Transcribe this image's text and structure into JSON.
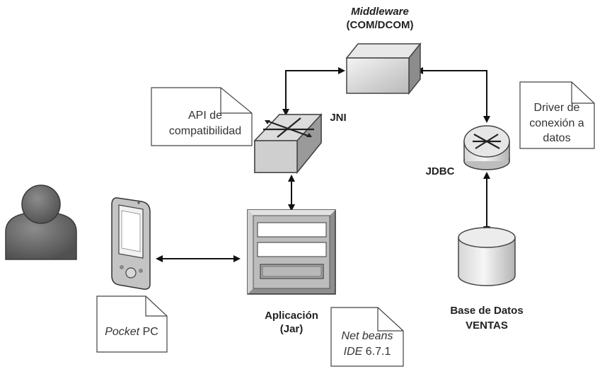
{
  "middleware": {
    "title": "Middleware",
    "subtitle": "(COM/DCOM)"
  },
  "jni": {
    "label": "JNI"
  },
  "jdbc": {
    "label": "JDBC"
  },
  "api_note": {
    "line1": "API de",
    "line2": "compatibilidad"
  },
  "driver_note": {
    "line1": "Driver de",
    "line2": "conexión a",
    "line3": "datos"
  },
  "app": {
    "line1": "Aplicación",
    "line2": "(Jar)"
  },
  "pocket_note": {
    "italic": "Pocket",
    "normal": " PC"
  },
  "netbeans_note": {
    "italic1": "Net beans",
    "italic2": "IDE",
    "normal2": " 6.7.1"
  },
  "database": {
    "line1": "Base de Datos",
    "line2": "VENTAS"
  },
  "icons": [
    "user-icon",
    "pda-icon",
    "application-window-icon",
    "switch-icon",
    "router-icon",
    "server-box-icon",
    "database-icon"
  ],
  "colors": {
    "device_gray": "#b8b8b8",
    "device_dark": "#8a8a8a",
    "user_gray": "#6b6b6b",
    "arrow": "#111111"
  }
}
